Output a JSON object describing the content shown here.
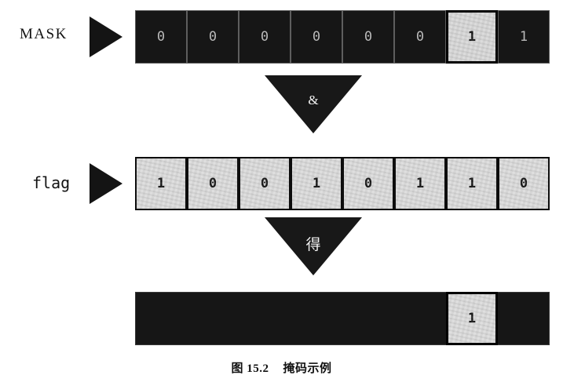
{
  "figure": {
    "caption_label": "图 15.2",
    "caption_title": "掩码示例",
    "rows": [
      {
        "id": "mask-row",
        "label": "MASK",
        "label_style": "serif",
        "fill": "dark",
        "bits": [
          "0",
          "0",
          "0",
          "0",
          "0",
          "0",
          "1",
          "1"
        ],
        "highlight_index": 6
      },
      {
        "id": "flag-row",
        "label": "flag",
        "label_style": "mono",
        "fill": "light",
        "bits": [
          "1",
          "0",
          "0",
          "1",
          "0",
          "1",
          "1",
          "0"
        ],
        "highlight_index": -1
      }
    ],
    "result_row": {
      "id": "result-row",
      "label": "",
      "fill": "dark",
      "highlight_index": 6,
      "highlight_value": "1"
    },
    "operators": [
      {
        "id": "and-operator",
        "symbol": "&",
        "meaning": "bitwise-and"
      },
      {
        "id": "result-operator",
        "symbol": "得",
        "meaning": "obtain"
      }
    ],
    "colors": {
      "dark_fill": "#161616",
      "light_fill": "#dcdcdc",
      "dark_digit": "#b9b9b9",
      "light_digit": "#101010",
      "border": "#000000",
      "page_background": "#ffffff"
    }
  }
}
